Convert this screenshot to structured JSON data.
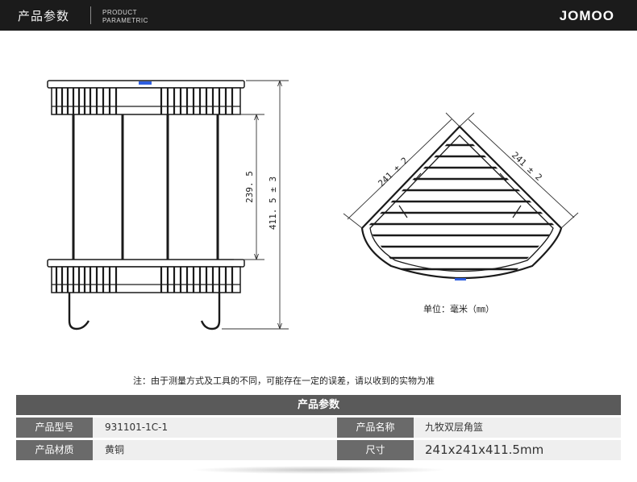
{
  "header": {
    "title_cn": "产品参数",
    "title_en_line1": "PRODUCT",
    "title_en_line2": "PARAMETRIC",
    "brand": "JOMOO"
  },
  "drawing": {
    "front_dim_inner": "239. 5",
    "front_dim_total": "411. 5 ± 3",
    "top_dim_left": "241 ± 2",
    "top_dim_right": "241 ± 2",
    "unit_note": "单位：毫米（㎜）"
  },
  "disclaimer": "注：由于测量方式及工具的不同，可能存在一定的误差，请以收到的实物为准",
  "spec_table": {
    "title": "产品参数",
    "rows": [
      {
        "label1": "产品型号",
        "value1": "931101-1C-1",
        "label2": "产品名称",
        "value2": "九牧双层角篮"
      },
      {
        "label1": "产品材质",
        "value1": "黄铜",
        "label2": "尺寸",
        "value2": "241x241x411.5mm"
      }
    ]
  },
  "colors": {
    "header_bg": "#1b1b1b",
    "table_header_bg": "#5a5a5a",
    "label_bg": "#6a6a6a",
    "row_bg": "#efefef",
    "accent_blue": "#2f5fe0"
  }
}
